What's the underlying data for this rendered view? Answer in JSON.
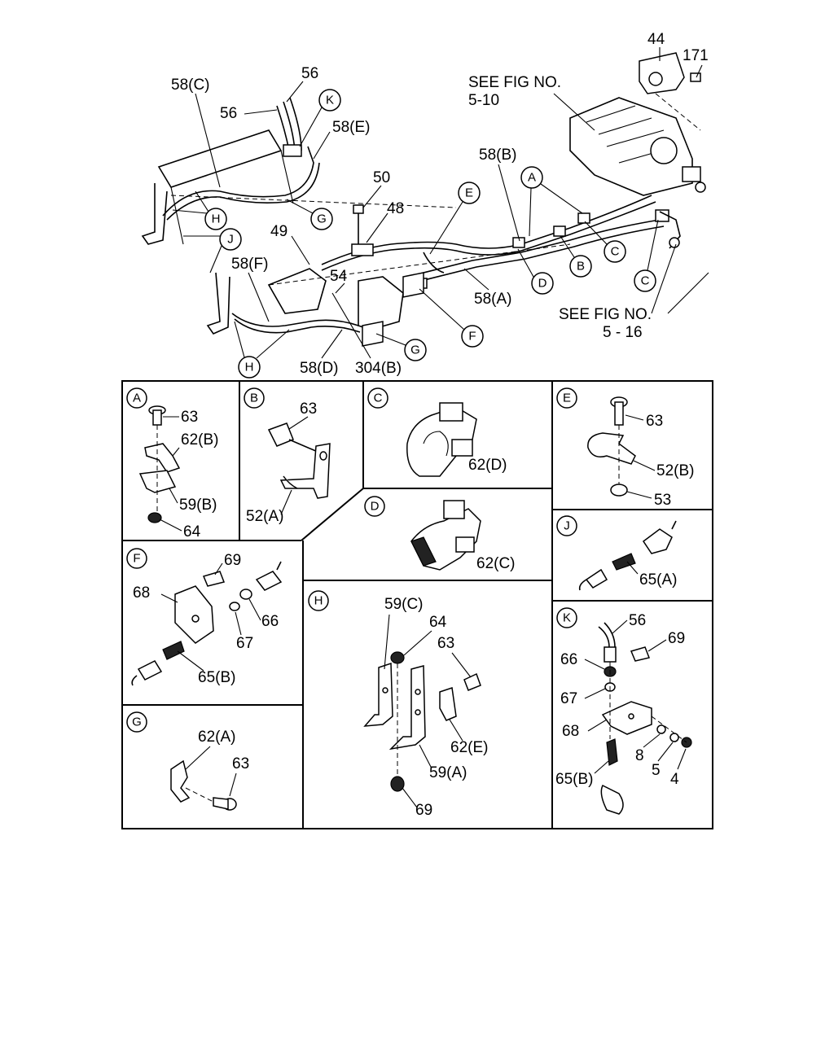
{
  "main_labels": {
    "l44": "44",
    "l171": "171",
    "see1_line1": "SEE FIG NO.",
    "see1_line2": "5-10",
    "l58c": "58(C)",
    "l56a": "56",
    "l56b": "56",
    "l58e": "58(E)",
    "l50": "50",
    "l48": "48",
    "l49": "49",
    "l54": "54",
    "l58b": "58(B)",
    "l58f": "58(F)",
    "l58a": "58(A)",
    "l58d": "58(D)",
    "l304b": "304(B)",
    "see2_line1": "SEE FIG NO.",
    "see2_line2": "5 - 16"
  },
  "callouts": {
    "K": "K",
    "G1": "G",
    "H1": "H",
    "J": "J",
    "E": "E",
    "A": "A",
    "C1": "C",
    "B": "B",
    "D": "D",
    "C2": "C",
    "F": "F",
    "G2": "G",
    "H2": "H"
  },
  "panels": {
    "A": {
      "letter": "A",
      "labels": [
        "63",
        "62(B)",
        "59(B)",
        "64"
      ]
    },
    "B": {
      "letter": "B",
      "labels": [
        "63",
        "52(A)"
      ]
    },
    "C": {
      "letter": "C",
      "labels": [
        "62(D)"
      ]
    },
    "D": {
      "letter": "D",
      "labels": [
        "62(C)"
      ]
    },
    "E": {
      "letter": "E",
      "labels": [
        "63",
        "52(B)",
        "53"
      ]
    },
    "J": {
      "letter": "J",
      "labels": [
        "65(A)"
      ]
    },
    "F": {
      "letter": "F",
      "labels": [
        "69",
        "68",
        "66",
        "67",
        "65(B)"
      ]
    },
    "G": {
      "letter": "G",
      "labels": [
        "62(A)",
        "63"
      ]
    },
    "H": {
      "letter": "H",
      "labels": [
        "59(C)",
        "64",
        "63",
        "62(E)",
        "59(A)",
        "69"
      ]
    },
    "K": {
      "letter": "K",
      "labels": [
        "56",
        "69",
        "66",
        "67",
        "68",
        "8",
        "5",
        "4",
        "65(B)"
      ]
    }
  }
}
